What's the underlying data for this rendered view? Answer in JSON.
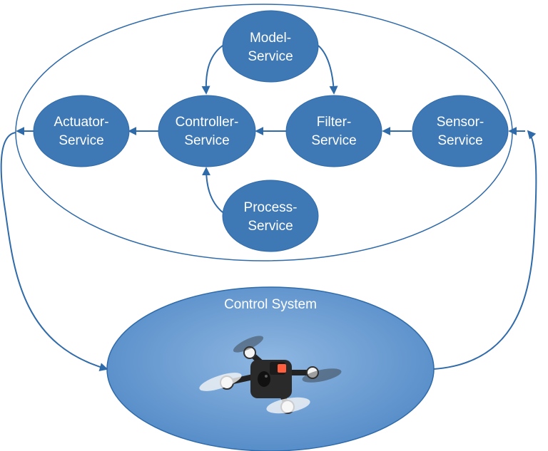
{
  "colors": {
    "node_fill": "#3e78b5",
    "node_stroke": "#2f6aa9",
    "edge": "#2f6aa9",
    "sky_light": "#8fb7e2",
    "sky_dark": "#4d86c4",
    "text": "#ffffff"
  },
  "nodes": {
    "model": {
      "line1": "Model-",
      "line2": "Service"
    },
    "actuator": {
      "line1": "Actuator-",
      "line2": "Service"
    },
    "controller": {
      "line1": "Controller-",
      "line2": "Service"
    },
    "filter": {
      "line1": "Filter-",
      "line2": "Service"
    },
    "sensor": {
      "line1": "Sensor-",
      "line2": "Service"
    },
    "process": {
      "line1": "Process-",
      "line2": "Service"
    }
  },
  "control_system": {
    "title": "Control System",
    "image": "drone-photo"
  }
}
